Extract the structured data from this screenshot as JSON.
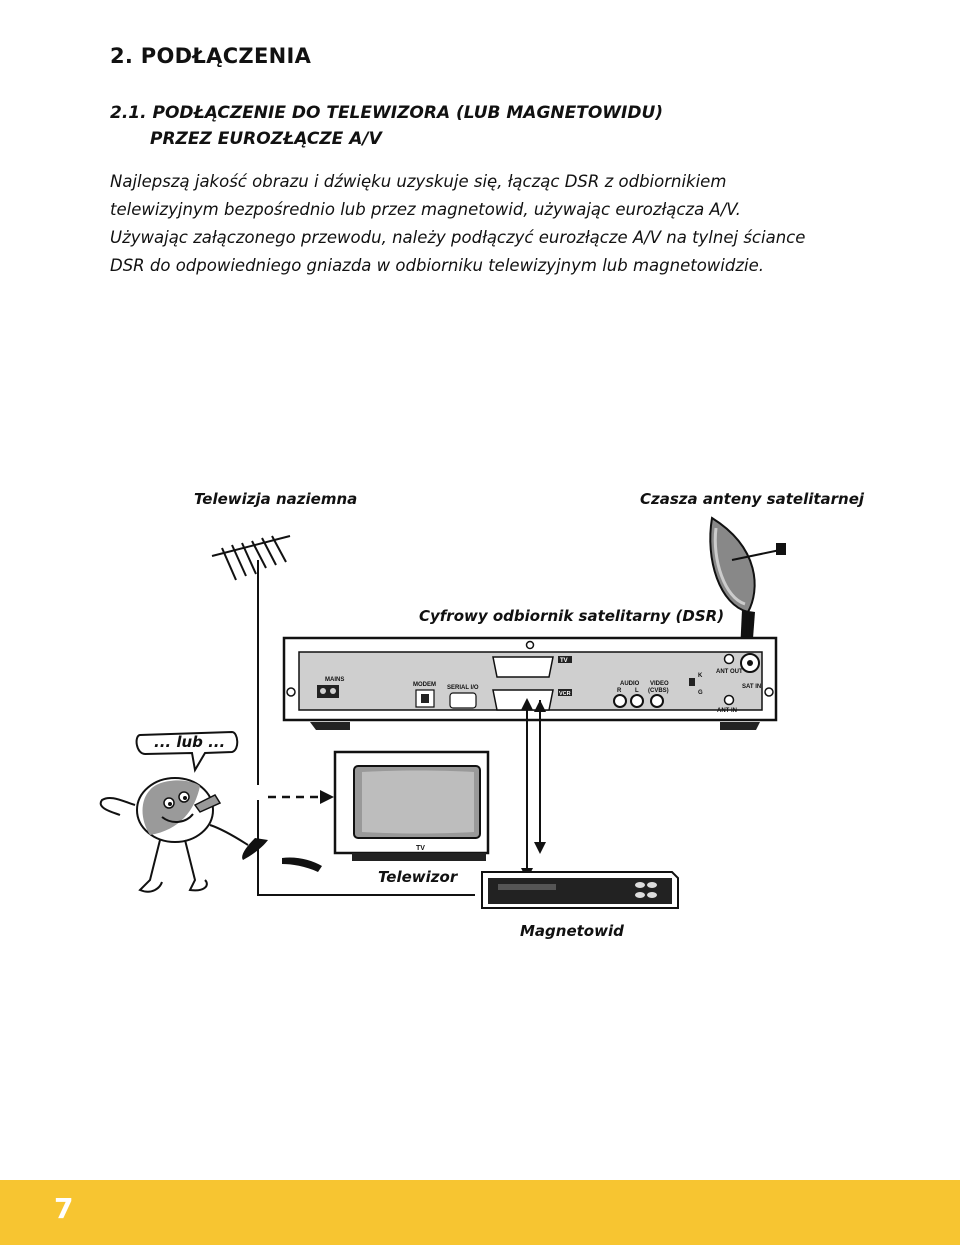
{
  "heading": "2. PODŁĄCZENIA",
  "subheading_line1": "2.1. PODŁĄCZENIE DO TELEWIZORA (LUB MAGNETOWIDU)",
  "subheading_line2": "PRZEZ EUROZŁĄCZE A/V",
  "paragraph1": "Najlepszą jakość obrazu i dźwięku uzyskuje się, łącząc DSR z odbiornikiem telewizyjnym bezpośrednio lub przez magnetowid, używając eurozłącza A/V.",
  "paragraph2": "Używając załączonego przewodu, należy podłączyć eurozłącze A/V na tylnej ściance DSR do odpowiedniego gniazda w odbiorniku telewizyjnym lub magnetowidzie.",
  "diagram": {
    "label_terrestrial": "Telewizja naziemna",
    "label_dish": "Czasza anteny satelitarnej",
    "label_receiver": "Cyfrowy odbiornik satelitarny (DSR)",
    "label_or": "... lub ...",
    "label_tv": "Telewizor",
    "label_vcr": "Magnetowid",
    "panel": {
      "mains": "MAINS",
      "modem": "MODEM",
      "serial": "SERIAL I/O",
      "scart_tv": "TV",
      "scart_vcr": "VCR",
      "audio": "AUDIO",
      "audio_r": "R",
      "audio_l": "L",
      "video": "VIDEO",
      "video_cvbs": "(CVBS)",
      "switch_k": "K",
      "switch_g": "G",
      "ant_out": "ANT OUT",
      "sat_in": "SAT IN",
      "ant_in": "ANT IN"
    },
    "tv_screen_label": "TV"
  },
  "page_number": "7",
  "colors": {
    "footer": "#f7c531"
  }
}
